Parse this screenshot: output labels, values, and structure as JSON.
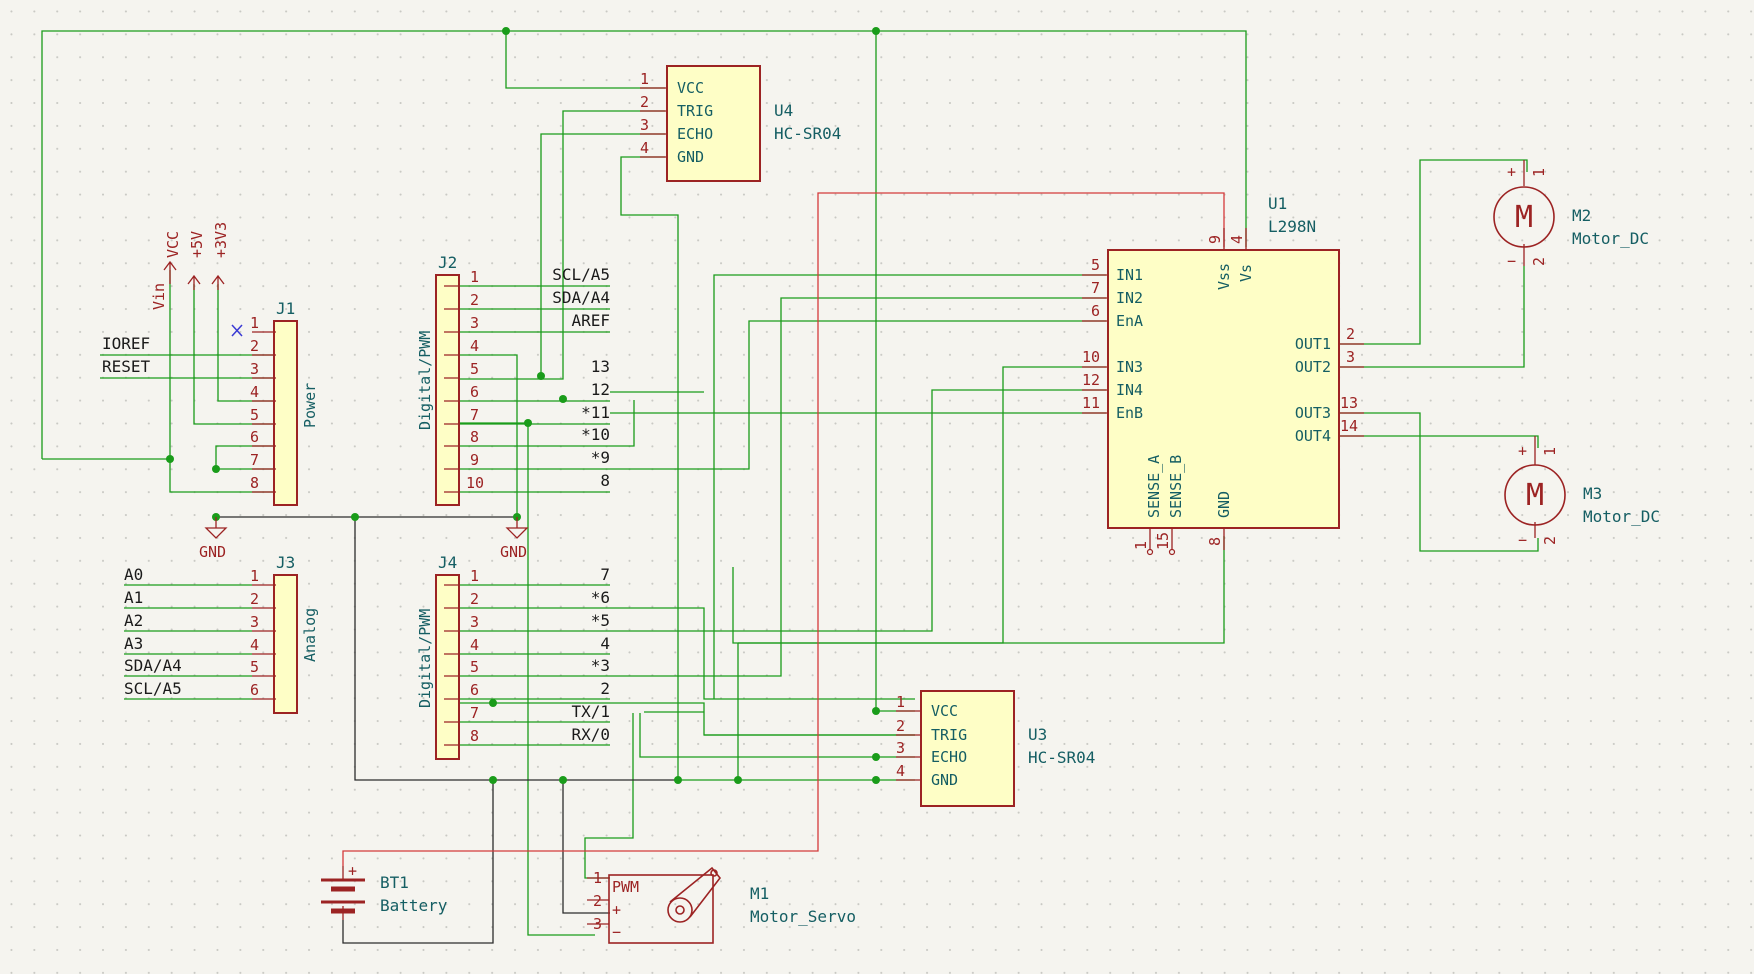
{
  "components": {
    "J1": {
      "ref": "J1",
      "value": "Power",
      "pins": [
        "1",
        "2",
        "3",
        "4",
        "5",
        "6",
        "7",
        "8"
      ]
    },
    "J2": {
      "ref": "J2",
      "value": "Digital/PWM",
      "pins": [
        "1",
        "2",
        "3",
        "4",
        "5",
        "6",
        "7",
        "8",
        "9",
        "10"
      ]
    },
    "J3": {
      "ref": "J3",
      "value": "Analog",
      "pins": [
        "1",
        "2",
        "3",
        "4",
        "5",
        "6"
      ]
    },
    "J4": {
      "ref": "J4",
      "value": "Digital/PWM",
      "pins": [
        "1",
        "2",
        "3",
        "4",
        "5",
        "6",
        "7",
        "8"
      ]
    },
    "U4": {
      "ref": "U4",
      "value": "HC-SR04",
      "pin_names": [
        "VCC",
        "TRIG",
        "ECHO",
        "GND"
      ],
      "pin_numbers": [
        "1",
        "2",
        "3",
        "4"
      ]
    },
    "U3": {
      "ref": "U3",
      "value": "HC-SR04",
      "pin_names": [
        "VCC",
        "TRIG",
        "ECHO",
        "GND"
      ],
      "pin_numbers": [
        "1",
        "2",
        "3",
        "4"
      ]
    },
    "U1": {
      "ref": "U1",
      "value": "L298N",
      "left_pins": [
        {
          "num": "5",
          "name": "IN1"
        },
        {
          "num": "7",
          "name": "IN2"
        },
        {
          "num": "6",
          "name": "EnA"
        },
        {
          "num": "10",
          "name": "IN3"
        },
        {
          "num": "12",
          "name": "IN4"
        },
        {
          "num": "11",
          "name": "EnB"
        }
      ],
      "right_pins": [
        {
          "num": "2",
          "name": "OUT1"
        },
        {
          "num": "3",
          "name": "OUT2"
        },
        {
          "num": "13",
          "name": "OUT3"
        },
        {
          "num": "14",
          "name": "OUT4"
        }
      ],
      "top_pins": [
        {
          "num": "9",
          "name": "Vss"
        },
        {
          "num": "4",
          "name": "Vs"
        }
      ],
      "bottom_pins": [
        {
          "num": "1",
          "name": "SENSE_A"
        },
        {
          "num": "15",
          "name": "SENSE_B"
        },
        {
          "num": "8",
          "name": "GND"
        }
      ]
    },
    "M1": {
      "ref": "M1",
      "value": "Motor_Servo",
      "pins": [
        "1",
        "2",
        "3"
      ],
      "pin_names": [
        "PWM",
        "+",
        "−"
      ]
    },
    "M2": {
      "ref": "M2",
      "value": "Motor_DC",
      "pins": [
        "1",
        "2"
      ],
      "signs": [
        "+",
        "−"
      ]
    },
    "M3": {
      "ref": "M3",
      "value": "Motor_DC",
      "pins": [
        "1",
        "2"
      ],
      "signs": [
        "+",
        "−"
      ]
    },
    "BT1": {
      "ref": "BT1",
      "value": "Battery"
    }
  },
  "power_symbols": {
    "vcc": "VCC",
    "p5v": "+5V",
    "p3v3": "+3V3",
    "vin": "Vin",
    "gnd": "GND"
  },
  "net_labels": {
    "j1": [
      "IOREF",
      "RESET"
    ],
    "j2": [
      "SCL/A5",
      "SDA/A4",
      "AREF",
      "",
      "13",
      "12",
      "*11",
      "*10",
      "*9",
      "8"
    ],
    "j3": [
      "A0",
      "A1",
      "A2",
      "A3",
      "SDA/A4",
      "SCL/A5"
    ],
    "j4": [
      "7",
      "*6",
      "*5",
      "4",
      "*3",
      "2",
      "TX/1",
      "RX/0"
    ]
  },
  "colors": {
    "wire": "#1a9c1a",
    "wire_black": "#2c2c2c",
    "wire_red": "#d43a3a",
    "symbol": "#9c2323",
    "body_fill": "#fefec6",
    "text": "#155e63"
  }
}
